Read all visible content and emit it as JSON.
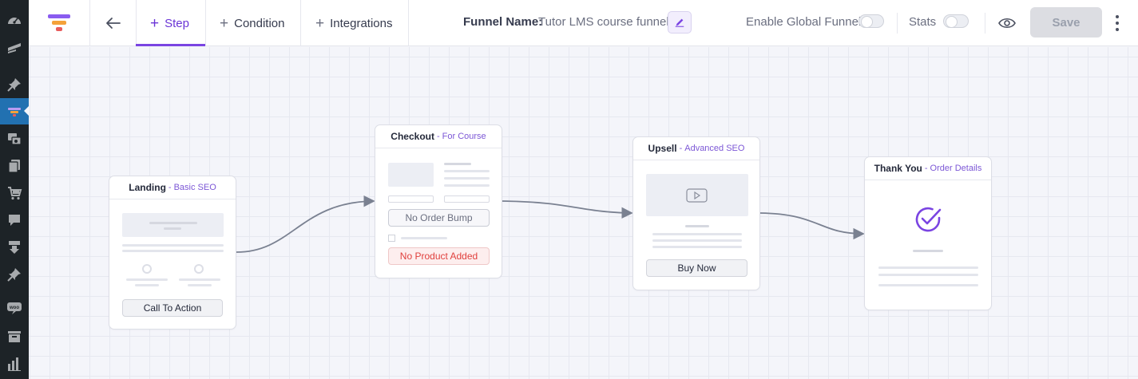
{
  "topbar": {
    "tabs": [
      {
        "label": "Step",
        "active": true
      },
      {
        "label": "Condition",
        "active": false
      },
      {
        "label": "Integrations",
        "active": false
      }
    ],
    "funnel_name_label": "Funnel Name:",
    "funnel_name_value": "Tutor LMS course funnel",
    "global_funnel_label": "Enable Global Funnel",
    "global_funnel_enabled": false,
    "stats_label": "Stats",
    "stats_enabled": false,
    "save_label": "Save"
  },
  "colors": {
    "accent": "#7a44e2",
    "wp_sidebar": "#1d2327",
    "wp_active": "#2271b1",
    "error": "#e0403d"
  },
  "wp_sidebar_icons": [
    "dashboard-icon",
    "slides-icon",
    "pin-icon",
    "funnel-icon",
    "media-icon",
    "pages-icon",
    "cart-icon",
    "comments-icon",
    "download-icon",
    "pin-icon",
    "woo-icon",
    "archive-icon",
    "stats-icon"
  ],
  "nodes": {
    "landing": {
      "type": "Landing",
      "subtitle": "Basic SEO",
      "button": "Call To Action"
    },
    "checkout": {
      "type": "Checkout",
      "subtitle": "For Course",
      "order_bump": "No Order Bump",
      "product_status": "No Product Added"
    },
    "upsell": {
      "type": "Upsell",
      "subtitle": "Advanced SEO",
      "button": "Buy Now"
    },
    "thankyou": {
      "type": "Thank You",
      "subtitle": "Order Details"
    }
  }
}
